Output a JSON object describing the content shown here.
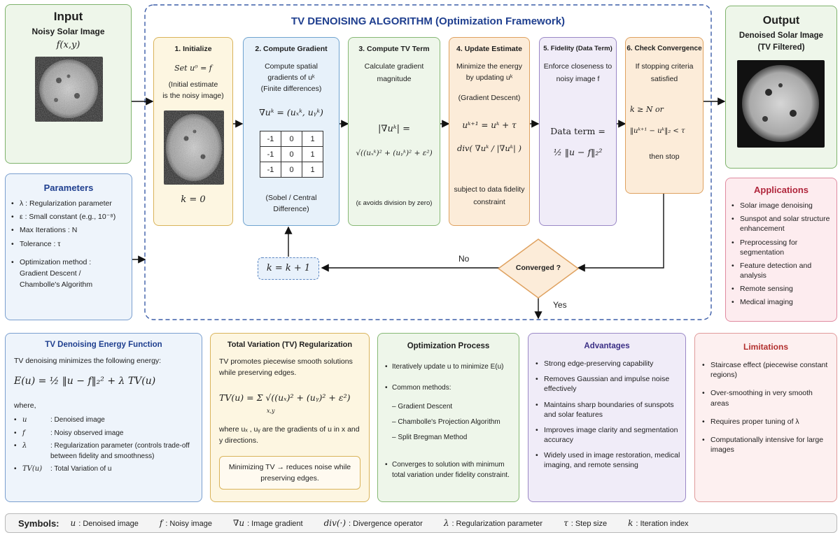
{
  "input": {
    "heading": "Input",
    "subtitle": "Noisy Solar Image",
    "formula": "f(x,y)"
  },
  "output": {
    "heading": "Output",
    "subtitle_line1": "Denoised Solar Image",
    "subtitle_line2": "(TV Filtered)"
  },
  "algorithm_title": "TV DENOISING ALGORITHM (Optimization Framework)",
  "steps": {
    "s1": {
      "title": "1. Initialize",
      "line1": "Set u⁰ = f",
      "line2": "(Initial estimate",
      "line3": "is the noisy image)",
      "k0": "k = 0"
    },
    "s2": {
      "title": "2. Compute Gradient",
      "line1": "Compute spatial",
      "line2": "gradients of uᵏ",
      "line3": "(Finite differences)",
      "formula": "∇uᵏ = (uₓᵏ, uᵧᵏ)",
      "matrix": [
        [
          "-1",
          "0",
          "1"
        ],
        [
          "-1",
          "0",
          "1"
        ],
        [
          "-1",
          "0",
          "1"
        ]
      ],
      "note1": "(Sobel / Central",
      "note2": "Difference)"
    },
    "s3": {
      "title": "3. Compute TV Term",
      "line1": "Calculate gradient",
      "line2": "magnitude",
      "formula1": "|∇uᵏ| =",
      "formula2": "√((uₓᵏ)² + (uᵧᵏ)² + ε²)",
      "note": "(ε avoids division by zero)"
    },
    "s4": {
      "title": "4. Update Estimate",
      "line1": "Minimize the energy",
      "line2": "by updating uᵏ",
      "line3": "(Gradient Descent)",
      "formula1": "uᵏ⁺¹ = uᵏ + τ",
      "formula2": "div( ∇uᵏ / |∇uᵏ| )",
      "note1": "subject to data fidelity",
      "note2": "constraint"
    },
    "s5": {
      "title": "5. Fidelity (Data Term)",
      "line1": "Enforce closeness to",
      "line2": "noisy image f",
      "formula1": "Data term =",
      "formula2": "½ ‖u − f‖₂²"
    },
    "s6": {
      "title": "6. Check Convergence",
      "line1": "If stopping criteria",
      "line2": "satisfied",
      "crit1": "k ≥ N   or",
      "crit2": "‖uᵏ⁺¹ − uᵏ‖₂ < τ",
      "line3": "then stop"
    }
  },
  "flow": {
    "increment": "k = k + 1",
    "decision": "Converged ?",
    "no": "No",
    "yes": "Yes"
  },
  "parameters": {
    "title": "Parameters",
    "items": [
      "λ : Regularization parameter",
      "ε : Small constant (e.g., 10⁻⁸)",
      "Max Iterations : N",
      "Tolerance : τ"
    ],
    "last_line1": "Optimization method :",
    "last_line2": "Gradient Descent /",
    "last_line3": "Chambolle's Algorithm"
  },
  "applications": {
    "title": "Applications",
    "items": [
      "Solar image denoising",
      "Sunspot and solar structure enhancement",
      "Preprocessing for segmentation",
      "Feature detection and analysis",
      "Remote sensing",
      "Medical imaging"
    ]
  },
  "energy": {
    "title": "TV Denoising Energy Function",
    "intro": "TV denoising minimizes the following energy:",
    "formula": "E(u) = ½ ‖u − f‖₂² + λ TV(u)",
    "where": "where,",
    "defs": [
      {
        "sym": "u",
        "desc": ": Denoised image"
      },
      {
        "sym": "f",
        "desc": ": Noisy observed image"
      },
      {
        "sym": "λ",
        "desc": ": Regularization parameter (controls trade-off between fidelity and smoothness)"
      },
      {
        "sym": "TV(u)",
        "desc": ": Total Variation of u"
      }
    ]
  },
  "regularization": {
    "title": "Total Variation (TV) Regularization",
    "intro": "TV promotes piecewise smooth solutions while preserving edges.",
    "formula": "TV(u) = Σ √((uₓ)² + (uᵧ)² + ε²)",
    "formula_sub": "x,y",
    "where": "where uₓ , uᵧ are the gradients of u in x and y directions.",
    "note": "Minimizing TV → reduces noise while preserving edges."
  },
  "optimization": {
    "title": "Optimization Process",
    "item1": "Iteratively update u to minimize E(u)",
    "item2": "Common methods:",
    "methods": [
      "– Gradient Descent",
      "– Chambolle's Projection Algorithm",
      "– Split Bregman Method"
    ],
    "item3": "Converges to solution with minimum total variation under fidelity constraint."
  },
  "advantages": {
    "title": "Advantages",
    "items": [
      "Strong edge-preserving capability",
      "Removes Gaussian and impulse noise effectively",
      "Maintains sharp boundaries of sunspots and solar features",
      "Improves image clarity and segmentation accuracy",
      "Widely used in image restoration, medical imaging, and remote sensing"
    ]
  },
  "limitations": {
    "title": "Limitations",
    "items": [
      "Staircase effect (piecewise constant regions)",
      "Over-smoothing in very smooth areas",
      "Requires proper tuning of λ",
      "Computationally intensive for large images"
    ]
  },
  "symbols": {
    "label": "Symbols:",
    "items": [
      {
        "sym": "u",
        "desc": ": Denoised image"
      },
      {
        "sym": "f",
        "desc": ": Noisy image"
      },
      {
        "sym": "∇u",
        "desc": ": Image gradient"
      },
      {
        "sym": "div(·)",
        "desc": ": Divergence operator"
      },
      {
        "sym": "λ",
        "desc": ": Regularization parameter"
      },
      {
        "sym": "τ",
        "desc": ": Step size"
      },
      {
        "sym": "k",
        "desc": ": Iteration index"
      }
    ]
  },
  "colors": {
    "title_blue": "#1f3f8f",
    "applications_red": "#b0263c",
    "advantages_purple": "#3b2f86",
    "limitations_red": "#b2302e"
  }
}
